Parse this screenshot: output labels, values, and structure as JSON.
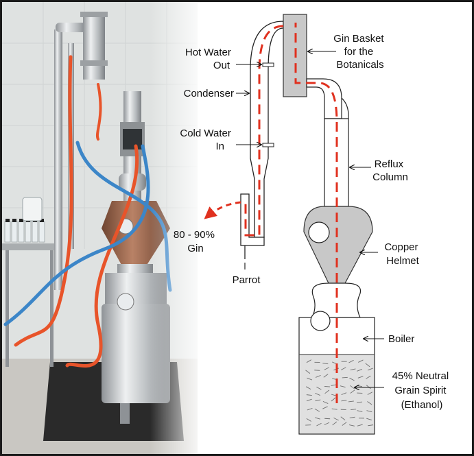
{
  "labels": {
    "gin_basket": [
      "Gin Basket",
      "for the",
      "Botanicals"
    ],
    "hot_water_out": [
      "Hot Water",
      "Out"
    ],
    "condenser": "Condenser",
    "cold_water_in": [
      "Cold Water",
      "In"
    ],
    "reflux_column": [
      "Reflux",
      "Column"
    ],
    "gin_output": [
      "80 - 90%",
      "Gin"
    ],
    "parrot": "Parrot",
    "copper_helmet": [
      "Copper",
      "Helmet"
    ],
    "boiler": "Boiler",
    "spirit": [
      "45% Neutral",
      "Grain Spirit",
      "(Ethanol)"
    ]
  },
  "colors": {
    "vapor_path": "#e0311f",
    "hose_red": "#e8542a",
    "hose_blue": "#3c86c8",
    "copper": "#9a6a4c",
    "steel": "#c9ccce",
    "gray_part": "#c8c8c8",
    "liquid": "#e0e0e0"
  }
}
